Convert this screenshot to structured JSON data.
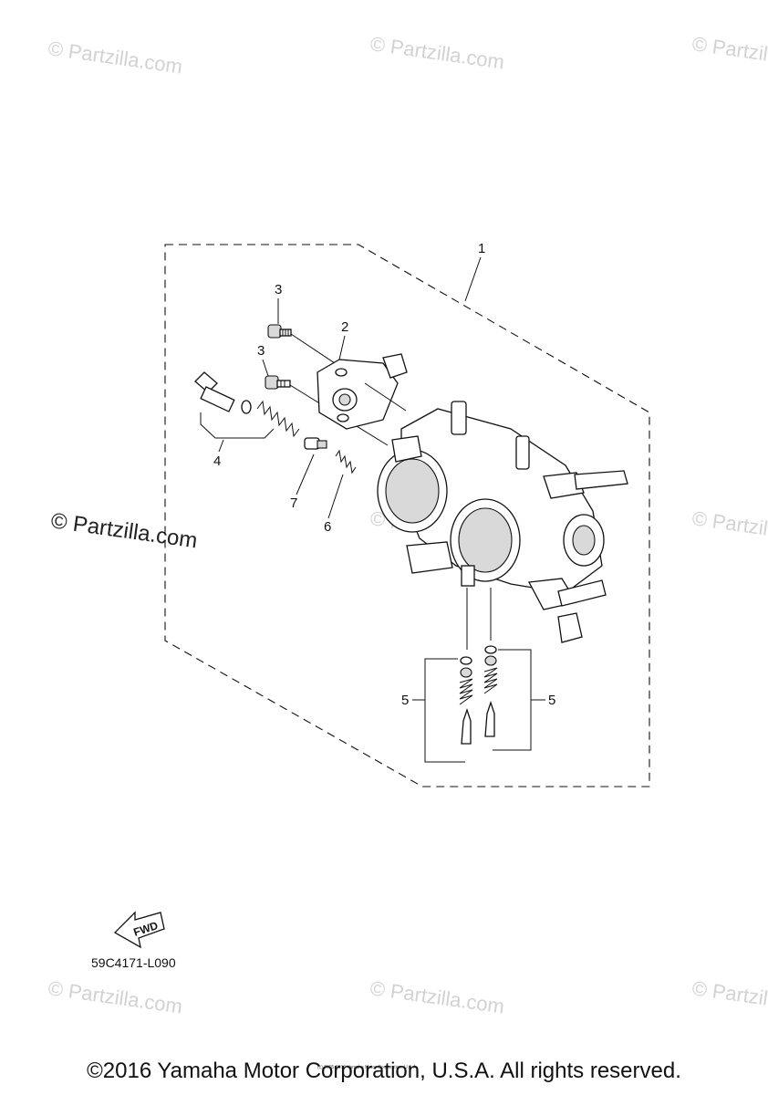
{
  "watermarks": [
    {
      "text": "© Partzilla.com"
    },
    {
      "text": "© Partzilla.com"
    },
    {
      "text": "© Partzilla.com"
    },
    {
      "text": "© Partzilla.com"
    },
    {
      "text": "© Partzilla.com"
    },
    {
      "text": "© Partzilla.com"
    },
    {
      "text": "© Partzilla.com"
    },
    {
      "text": "© Partzilla.com"
    },
    {
      "text": "© Partzilla.com"
    }
  ],
  "watermark_prominent": "© Partzilla.com",
  "callouts": {
    "c1": "1",
    "c2": "2",
    "c3a": "3",
    "c3b": "3",
    "c4": "4",
    "c5a": "5",
    "c5b": "5",
    "c6": "6",
    "c7": "7"
  },
  "fwd_label": "FWD",
  "drawing_code": "59C4171-L090",
  "tiny_copyright": "(c) 2005-2016 Yamaha Motor Corporation, U.S.A.",
  "copyright": "©2016 Yamaha Motor Corporation, U.S.A. All rights reserved."
}
